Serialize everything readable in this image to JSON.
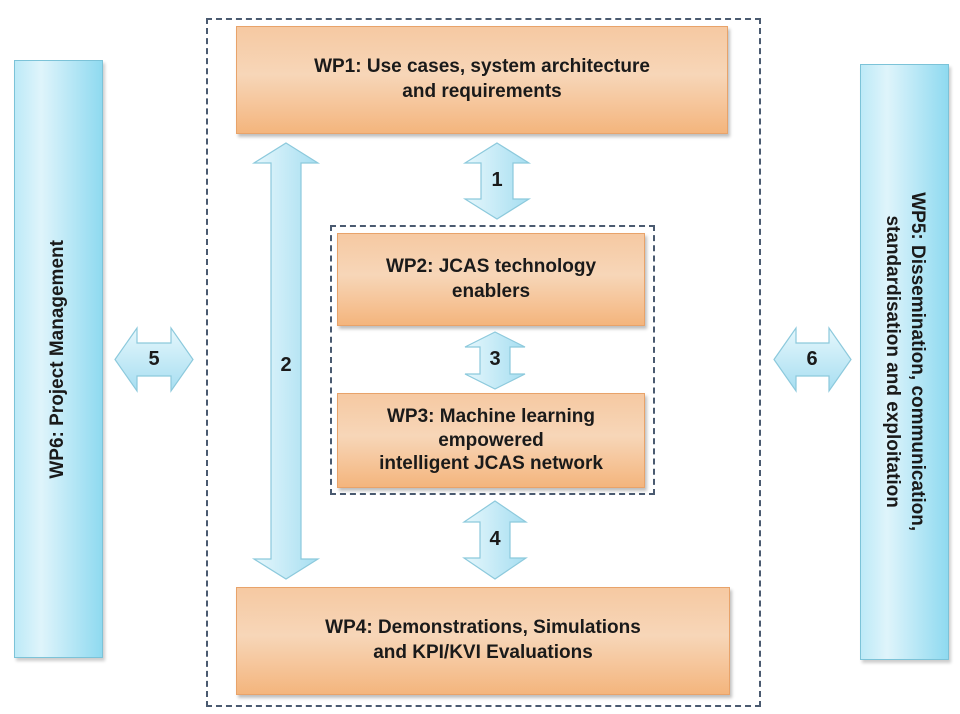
{
  "work_packages": {
    "wp1": "WP1:  Use cases, system architecture and requirements",
    "wp2": "WP2: JCAS technology enablers",
    "wp3": "WP3:  Machine learning empowered intelligent JCAS network",
    "wp4": "WP4: Demonstrations, Simulations and KPI/KVI Evaluations",
    "wp5": "WP5: Dissemination, communication, standardisation and exploitation",
    "wp6": "WP6: Project Management"
  },
  "wp1_lines": [
    "WP1:  Use cases, system architecture",
    "and requirements"
  ],
  "wp2_lines": [
    "WP2: JCAS technology",
    "enablers"
  ],
  "wp3_lines": [
    "WP3:  Machine learning",
    "empowered",
    "intelligent JCAS network"
  ],
  "wp4_lines": [
    "WP4: Demonstrations, Simulations",
    "and KPI/KVI Evaluations"
  ],
  "wp5_lines": [
    "WP5: Dissemination, communication,",
    "standardisation and exploitation"
  ],
  "wp6_lines": [
    "WP6: Project Management"
  ],
  "links": [
    {
      "label": "1",
      "from": "WP1",
      "to": "WP2"
    },
    {
      "label": "2",
      "from": "WP1",
      "to": "WP4"
    },
    {
      "label": "3",
      "from": "WP2",
      "to": "WP3"
    },
    {
      "label": "4",
      "from": "WP3",
      "to": "WP4"
    },
    {
      "label": "5",
      "from": "WP6",
      "to": "WP1-WP4"
    },
    {
      "label": "6",
      "from": "WP1-WP4",
      "to": "WP5"
    }
  ],
  "colors": {
    "box_fill": "#f7d6b8",
    "box_edge": "#e8a36a",
    "arrow_fill": "#bfe9f7",
    "arrow_edge": "#8cc9dc",
    "dash": "#4a5a70"
  }
}
